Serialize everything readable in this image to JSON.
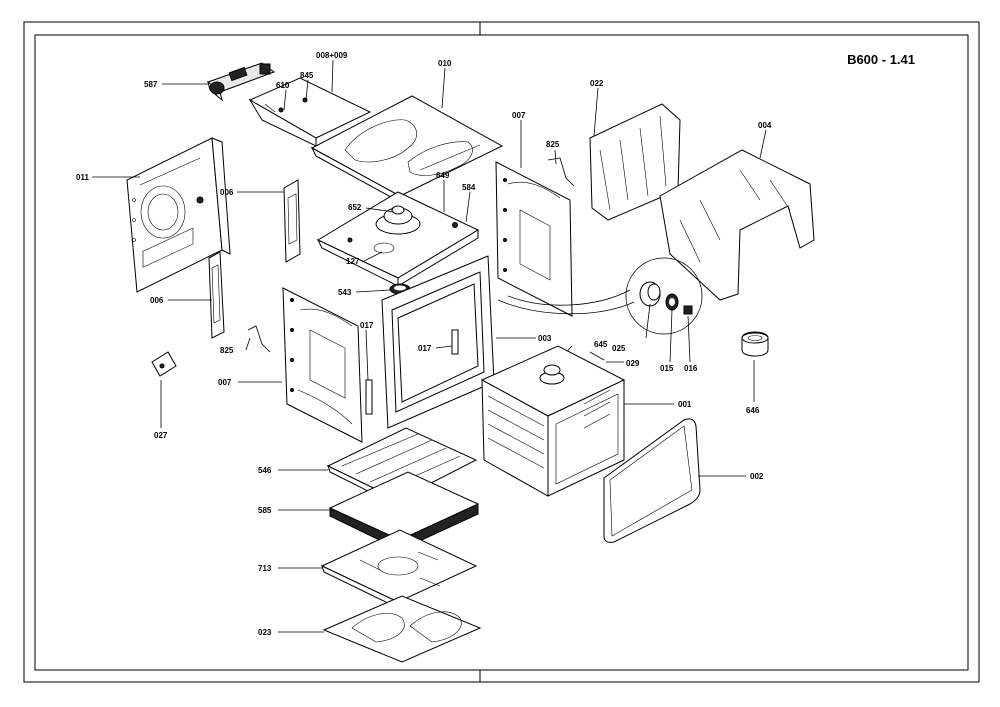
{
  "drawing": {
    "code": "B600 - 1.41"
  },
  "callouts": {
    "c587": "587",
    "c845": "845",
    "c610": "610",
    "c008_009": "008+009",
    "c010": "010",
    "c011": "011",
    "c006a": "006",
    "c006b": "006",
    "c652": "652",
    "c649": "649",
    "c584": "584",
    "c127": "127",
    "c543": "543",
    "c007a": "007",
    "c007b": "007",
    "c825a": "825",
    "c825b": "825",
    "c017a": "017",
    "c017b": "017",
    "c003": "003",
    "c645": "645",
    "c025": "025",
    "c015": "015",
    "c016": "016",
    "c029": "029",
    "c022": "022",
    "c004": "004",
    "c001": "001",
    "c002": "002",
    "c646": "646",
    "c027": "027",
    "c546": "546",
    "c585": "585",
    "c713": "713",
    "c023": "023"
  }
}
